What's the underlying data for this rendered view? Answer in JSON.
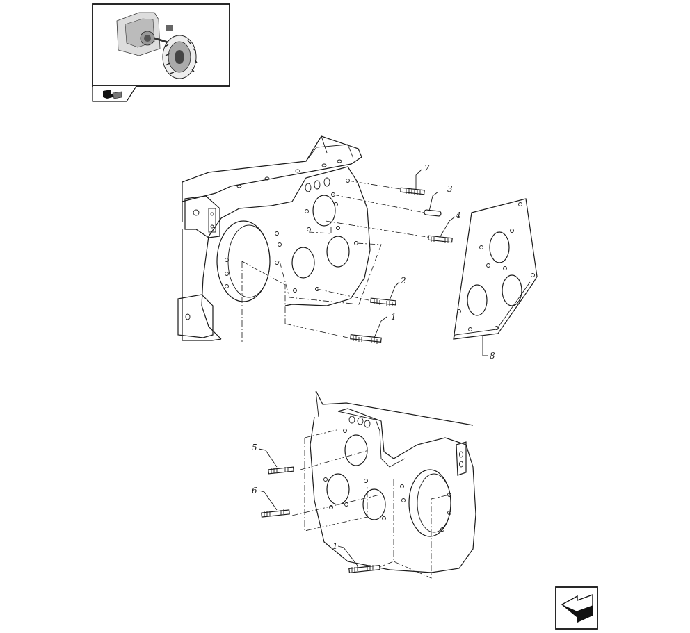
{
  "callouts": {
    "upper": [
      "7",
      "3",
      "4",
      "2",
      "1",
      "8"
    ],
    "lower": [
      "5",
      "6",
      "1"
    ]
  },
  "icons": {
    "thumbnail": "tractor-assembly-thumbnail",
    "group": "book-arrow-icon",
    "nav": "next-page-arrow-icon"
  }
}
